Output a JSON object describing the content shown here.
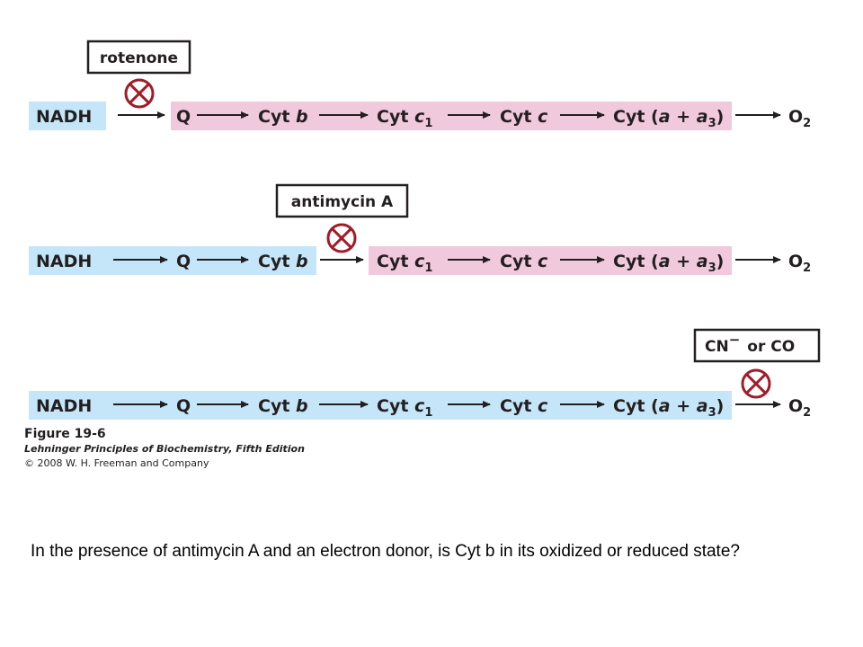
{
  "colors": {
    "blue_band": "#c4e6f8",
    "pink_band": "#f1c9dd",
    "inhibitor_red": "#a01c28",
    "text": "#231f20"
  },
  "rows": [
    {
      "inhibitor": "rotenone",
      "carriers": {
        "nadh": "NADH",
        "q": "Q",
        "cytb": "Cyt",
        "cytb_sub": "b",
        "cytc1": "Cyt",
        "cytc1_sub": "c",
        "cytc1_num": "1",
        "cytc": "Cyt",
        "cytc_sub": "c",
        "cytaa3": "Cyt",
        "paren_open": "(",
        "a": "a",
        "plus": "+",
        "a3": "a",
        "a3_num": "3",
        "paren_close": ")",
        "o2": "O",
        "o2_num": "2"
      }
    },
    {
      "inhibitor": "antimycin A",
      "carriers": {
        "nadh": "NADH",
        "q": "Q",
        "cytb": "Cyt",
        "cytb_sub": "b",
        "cytc1": "Cyt",
        "cytc1_sub": "c",
        "cytc1_num": "1",
        "cytc": "Cyt",
        "cytc_sub": "c",
        "cytaa3": "Cyt",
        "paren_open": "(",
        "a": "a",
        "plus": "+",
        "a3": "a",
        "a3_num": "3",
        "paren_close": ")",
        "o2": "O",
        "o2_num": "2"
      }
    },
    {
      "inhibitor_main": "CN",
      "inhibitor_sup": "−",
      "inhibitor_rest": "or CO",
      "carriers": {
        "nadh": "NADH",
        "q": "Q",
        "cytb": "Cyt",
        "cytb_sub": "b",
        "cytc1": "Cyt",
        "cytc1_sub": "c",
        "cytc1_num": "1",
        "cytc": "Cyt",
        "cytc_sub": "c",
        "cytaa3": "Cyt",
        "paren_open": "(",
        "a": "a",
        "plus": "+",
        "a3": "a",
        "a3_num": "3",
        "paren_close": ")",
        "o2": "O",
        "o2_num": "2"
      }
    }
  ],
  "caption": {
    "figure": "Figure 19-6",
    "book": "Lehninger Principles of Biochemistry, Fifth Edition",
    "copyright": "© 2008 W. H. Freeman and Company"
  },
  "question": "In the presence of antimycin A and an electron donor, is Cyt b in its oxidized or reduced state?"
}
